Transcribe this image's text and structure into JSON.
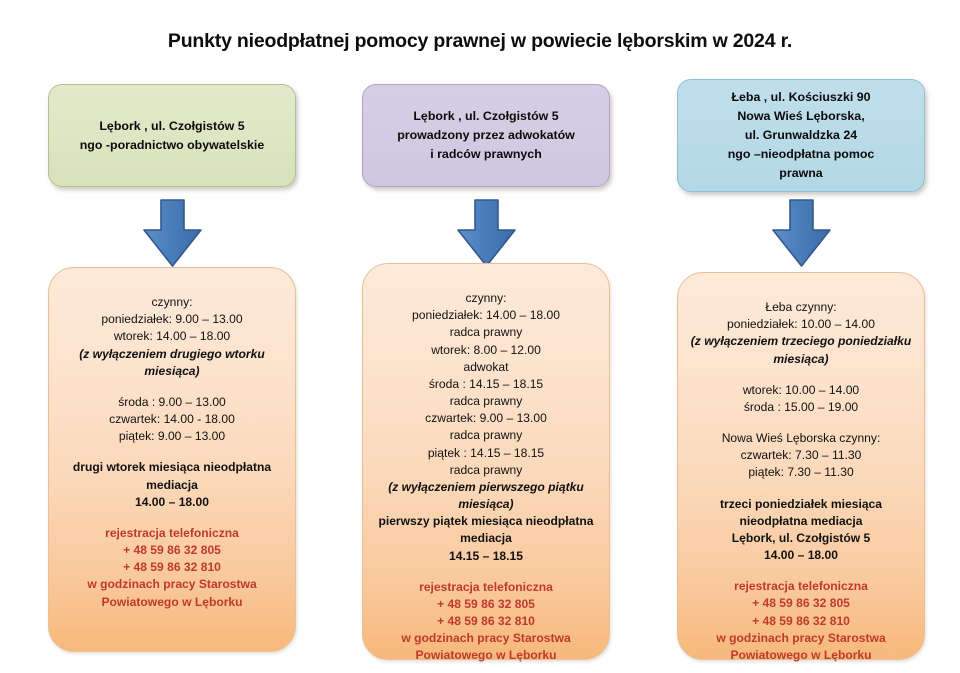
{
  "title": "Punkty nieodpłatnej pomocy prawnej w powiecie lęborskim w 2024 r.",
  "colors": {
    "header_green": "#dde5c2",
    "header_purple": "#d2cbe2",
    "header_blue": "#b9dbe8",
    "panel_top": "#fdeada",
    "panel_bottom": "#f7b87a",
    "arrow_blue": "#4a7ebb",
    "arrow_outline": "#31588f",
    "contact_red": "#c0392b",
    "text_black": "#111111"
  },
  "columns": [
    {
      "id": "column-1",
      "header": {
        "lines": [
          "Lębork , ul. Czołgistów 5",
          "ngo -poradnictwo obywatelskie"
        ]
      },
      "arrow": {
        "icon": "arrow-down-icon",
        "direction": "down"
      },
      "panel": {
        "groups": [
          {
            "lines": [
              {
                "text": "czynny:",
                "style": "normal"
              },
              {
                "text": "poniedziałek:   9.00 – 13.00",
                "style": "normal"
              },
              {
                "text": "wtorek:  14.00 – 18.00",
                "style": "normal"
              },
              {
                "text": "(z wyłączeniem  drugiego wtorku",
                "style": "bold-italic"
              },
              {
                "text": "miesiąca)",
                "style": "bold-italic"
              }
            ]
          },
          {
            "lines": [
              {
                "text": "środa : 9.00 – 13.00",
                "style": "normal"
              },
              {
                "text": "czwartek: 14.00 -  18.00",
                "style": "normal"
              },
              {
                "text": "piątek: 9.00 – 13.00",
                "style": "normal"
              }
            ]
          },
          {
            "lines": [
              {
                "text": "drugi  wtorek miesiąca  nieodpłatna",
                "style": "bold"
              },
              {
                "text": "mediacja",
                "style": "bold"
              },
              {
                "text": "14.00 – 18.00",
                "style": "bold"
              }
            ]
          },
          {
            "lines": [
              {
                "text": "rejestracja telefoniczna",
                "style": "red"
              },
              {
                "text": "+ 48 59 86 32 805",
                "style": "red"
              },
              {
                "text": "+ 48 59 86 32 810",
                "style": "red"
              },
              {
                "text": "w godzinach  pracy Starostwa",
                "style": "red"
              },
              {
                "text": "Powiatowego w Lęborku",
                "style": "red"
              }
            ]
          }
        ]
      }
    },
    {
      "id": "column-2",
      "header": {
        "lines": [
          "Lębork , ul. Czołgistów 5",
          "prowadzony przez adwokatów",
          "i radców prawnych"
        ]
      },
      "arrow": {
        "icon": "arrow-down-icon",
        "direction": "down"
      },
      "panel": {
        "groups": [
          {
            "lines": [
              {
                "text": "czynny:",
                "style": "normal"
              },
              {
                "text": "poniedziałek: 14.00 – 18.00",
                "style": "normal"
              },
              {
                "text": "radca prawny",
                "style": "normal"
              },
              {
                "text": "wtorek:  8.00 – 12.00",
                "style": "normal"
              },
              {
                "text": "adwokat",
                "style": "normal"
              },
              {
                "text": "środa : 14.15 – 18.15",
                "style": "normal"
              },
              {
                "text": "radca prawny",
                "style": "normal"
              },
              {
                "text": "czwartek: 9.00 – 13.00",
                "style": "normal"
              },
              {
                "text": "radca prawny",
                "style": "normal"
              },
              {
                "text": "piątek : 14.15 – 18.15",
                "style": "normal"
              },
              {
                "text": "radca prawny",
                "style": "normal"
              },
              {
                "text": "(z wyłączeniem  pierwszego  piątku",
                "style": "bold-italic"
              },
              {
                "text": "miesiąca)",
                "style": "bold-italic"
              },
              {
                "text": "pierwszy piątek miesiąca  nieodpłatna",
                "style": "bold"
              },
              {
                "text": "mediacja",
                "style": "bold"
              },
              {
                "text": "14.15 – 18.15",
                "style": "bold"
              }
            ]
          },
          {
            "lines": [
              {
                "text": "rejestracja telefoniczna",
                "style": "red"
              },
              {
                "text": "+ 48 59 86 32 805",
                "style": "red"
              },
              {
                "text": "+ 48 59 86 32 810",
                "style": "red"
              },
              {
                "text": "w godzinach  pracy Starostwa",
                "style": "red"
              },
              {
                "text": "Powiatowego w Lęborku",
                "style": "red"
              }
            ]
          }
        ]
      }
    },
    {
      "id": "column-3",
      "header": {
        "lines": [
          "Łeba , ul. Kościuszki 90",
          "Nowa Wieś Lęborska,",
          "ul. Grunwaldzka 24",
          "ngo –nieodpłatna pomoc",
          "prawna"
        ]
      },
      "arrow": {
        "icon": "arrow-down-icon",
        "direction": "down"
      },
      "panel": {
        "groups": [
          {
            "lines": [
              {
                "text": "Łeba czynny:",
                "style": "normal"
              },
              {
                "text": "poniedziałek: 10.00 – 14.00",
                "style": "normal"
              },
              {
                "text": "(z wyłączeniem  trzeciego poniedziałku",
                "style": "bold-italic"
              },
              {
                "text": "miesiąca)",
                "style": "bold-italic"
              }
            ]
          },
          {
            "lines": [
              {
                "text": "wtorek: 10.00 – 14.00",
                "style": "normal"
              },
              {
                "text": "środa : 15.00 – 19.00",
                "style": "normal"
              }
            ]
          },
          {
            "lines": [
              {
                "text": "Nowa Wieś Lęborska czynny:",
                "style": "normal"
              },
              {
                "text": "czwartek: 7.30 – 11.30",
                "style": "normal"
              },
              {
                "text": "piątek: 7.30 – 11.30",
                "style": "normal"
              }
            ]
          },
          {
            "lines": [
              {
                "text": "trzeci poniedziałek miesiąca",
                "style": "bold"
              },
              {
                "text": "nieodpłatna mediacja",
                "style": "bold"
              },
              {
                "text": "Lębork, ul. Czołgistów  5",
                "style": "bold"
              },
              {
                "text": "14.00 – 18.00",
                "style": "bold"
              }
            ]
          },
          {
            "lines": [
              {
                "text": "rejestracja telefoniczna",
                "style": "red"
              },
              {
                "text": "+ 48 59 86 32 805",
                "style": "red"
              },
              {
                "text": "+ 48 59 86 32 810",
                "style": "red"
              },
              {
                "text": "w godzinach  pracy Starostwa",
                "style": "red"
              },
              {
                "text": "Powiatowego w Lęborku",
                "style": "red"
              }
            ]
          }
        ]
      }
    }
  ]
}
